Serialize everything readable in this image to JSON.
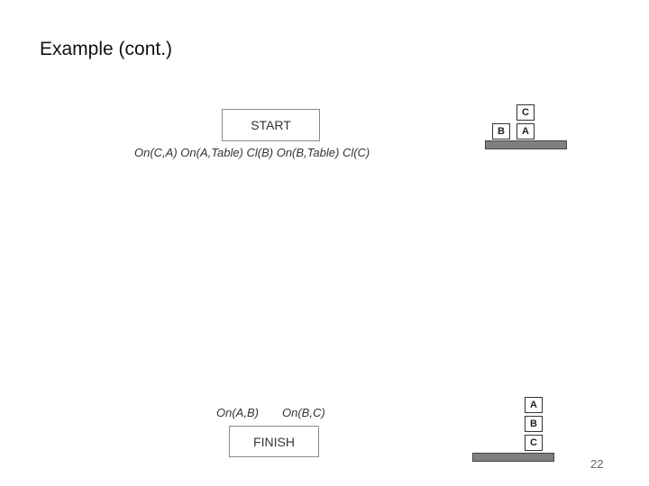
{
  "slide": {
    "title": "Example (cont.)",
    "page_number": "22"
  },
  "start": {
    "label": "START",
    "conditions": "On(C,A) On(A,Table) Cl(B) On(B,Table) Cl(C)",
    "blocks": {
      "b": "B",
      "a": "A",
      "c": "C"
    }
  },
  "finish": {
    "label": "FINISH",
    "conditions": [
      "On(A,B)",
      "On(B,C)"
    ],
    "blocks": {
      "a": "A",
      "b": "B",
      "c": "C"
    }
  },
  "colors": {
    "table": "#808080",
    "box_border": "#8a8a8a",
    "text": "#333333"
  }
}
